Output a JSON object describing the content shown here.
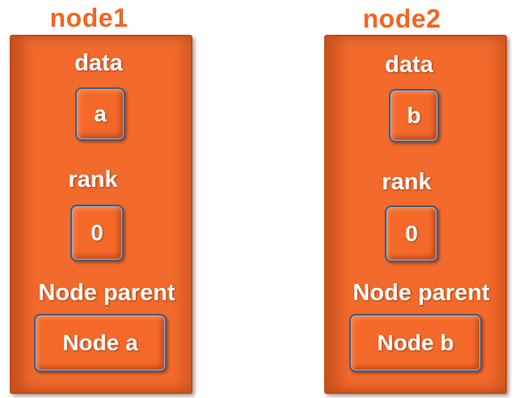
{
  "colors": {
    "title": "#f26522",
    "box_fill": "#f26a2c",
    "box_border": "#c44c10",
    "chip_fill": "#f4692a",
    "chip_border": "#4a5a78",
    "text": "#ffffff"
  },
  "nodes": [
    {
      "title": "node1",
      "data_label": "data",
      "data_value": "a",
      "rank_label": "rank",
      "rank_value": "0",
      "parent_label": "Node parent",
      "parent_value": "Node a"
    },
    {
      "title": "node2",
      "data_label": "data",
      "data_value": "b",
      "rank_label": "rank",
      "rank_value": "0",
      "parent_label": "Node parent",
      "parent_value": "Node b"
    }
  ]
}
